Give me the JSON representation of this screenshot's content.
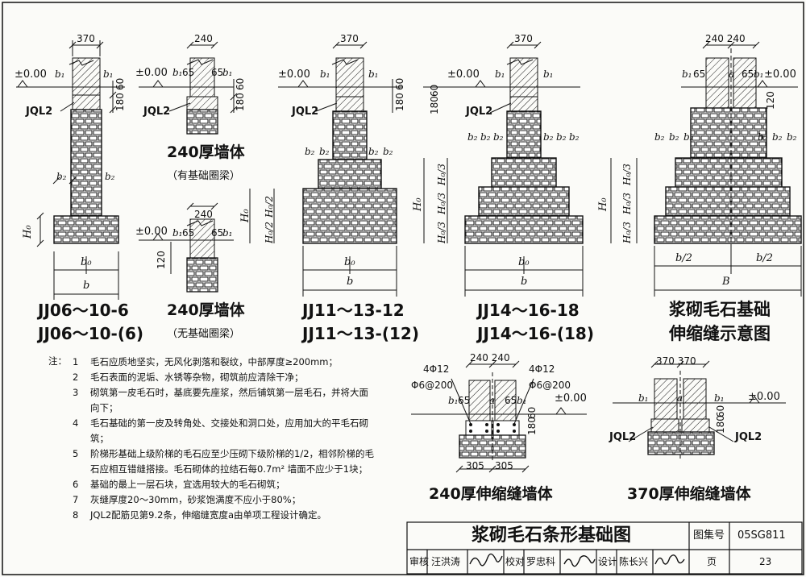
{
  "labels": {
    "pm000": "±0.00",
    "jql2": "JQL2",
    "d370": "370",
    "d240": "240",
    "d240_240": "240 240",
    "d370_370": "370 370",
    "d60": "60",
    "d180": "180",
    "d120": "120",
    "d305": "305",
    "d65": "65",
    "b1": "b₁",
    "b2": "b₂",
    "b0": "b₀",
    "b": "b",
    "bB": "B",
    "bhalf": "b/2",
    "a": "a",
    "H0": "H₀",
    "H0_2": "H₀/2",
    "H0_3": "H₀/3",
    "bar4phi12": "4Φ12",
    "stirrup": "Φ6@200"
  },
  "details": {
    "jj06": {
      "name1": "JJ06～10-6",
      "name2": "JJ06～10-(6)"
    },
    "w240a": {
      "title": "240厚墙体",
      "sub": "（有基础圈梁）"
    },
    "w240b": {
      "title": "240厚墙体",
      "sub": "（无基础圈梁）"
    },
    "jj11": {
      "name1": "JJ11～13-12",
      "name2": "JJ11～13-(12)"
    },
    "jj14": {
      "name1": "JJ14～16-18",
      "name2": "JJ14～16-(18)"
    },
    "joint": {
      "title1": "浆砌毛石基础",
      "title2": "伸缩缝示意图"
    },
    "joint240": {
      "title": "240厚伸缩缝墙体"
    },
    "joint370": {
      "title": "370厚伸缩缝墙体"
    }
  },
  "notes": {
    "title": "注：",
    "items": [
      {
        "n": "1",
        "text": "毛石应质地坚实，无风化剥落和裂纹，中部厚度≥200mm；"
      },
      {
        "n": "2",
        "text": "毛石表面的泥垢、水锈等杂物，砌筑前应清除干净；"
      },
      {
        "n": "3",
        "text": "砌筑第一皮毛石时，基底要先座浆，然后铺筑第一层毛石，并将大面"
      },
      {
        "n": "",
        "text": "向下；"
      },
      {
        "n": "4",
        "text": "毛石基础的第一皮及转角处、交接处和洞口处，应用加大的平毛石砌"
      },
      {
        "n": "",
        "text": "筑；"
      },
      {
        "n": "5",
        "text": "阶梯形基础上级阶梯的毛石应至少压砌下级阶梯的1/2，相邻阶梯的毛"
      },
      {
        "n": "",
        "text": "石应相互错缝搭接。毛石砌体的拉结石每0.7m² 墙面不应少于1块；"
      },
      {
        "n": "6",
        "text": "基础的最上一层石块，宜选用较大的毛石砌筑；"
      },
      {
        "n": "7",
        "text": "灰缝厚度20～30mm，砂浆饱满度不应小于80%；"
      },
      {
        "n": "8",
        "text": "JQL2配筋见第9.2条，伸缩缝宽度a由单项工程设计确定。"
      }
    ]
  },
  "title_block": {
    "drawing_title": "浆砌毛石条形基础图",
    "atlas_label": "图集号",
    "atlas_no": "05SG811",
    "review_label": "审核",
    "review_name": "汪洪涛",
    "check_label": "校对",
    "check_name": "罗忠科",
    "design_label": "设计",
    "design_name": "陈长兴",
    "page_label": "页",
    "page_no": "23"
  }
}
